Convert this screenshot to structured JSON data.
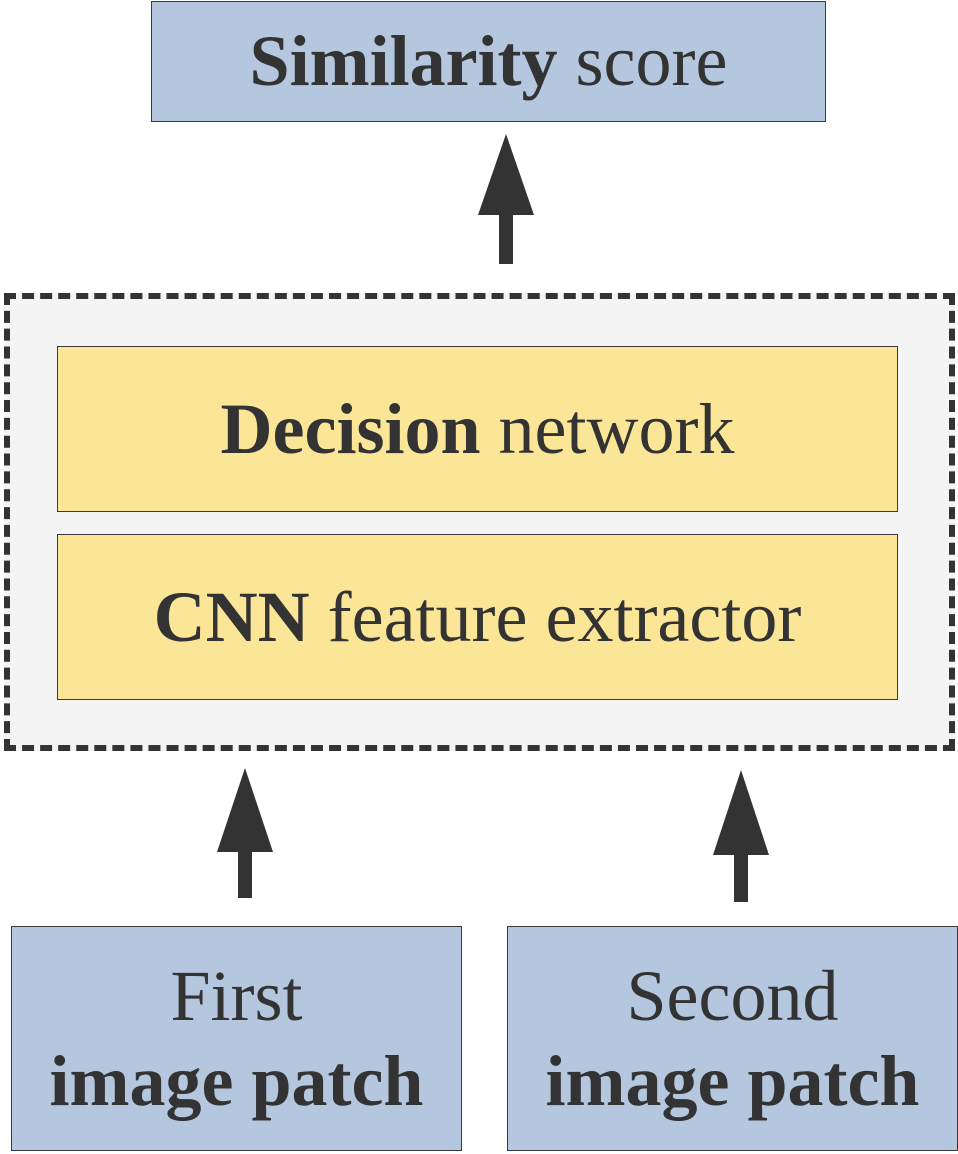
{
  "output_box": {
    "bold_text": "Similarity",
    "normal_text": "score"
  },
  "model": {
    "decision": {
      "bold_text": "Decision",
      "normal_text": "network"
    },
    "cnn": {
      "bold_text": "CNN",
      "normal_text": "feature extractor"
    }
  },
  "inputs": [
    {
      "line1": "First",
      "line2": "image patch"
    },
    {
      "line1": "Second",
      "line2": "image patch"
    }
  ],
  "colors": {
    "blue_box": "#b4c7de",
    "yellow_box": "#fbe697",
    "container_fill": "#f4f4f4",
    "stroke": "#333333"
  }
}
